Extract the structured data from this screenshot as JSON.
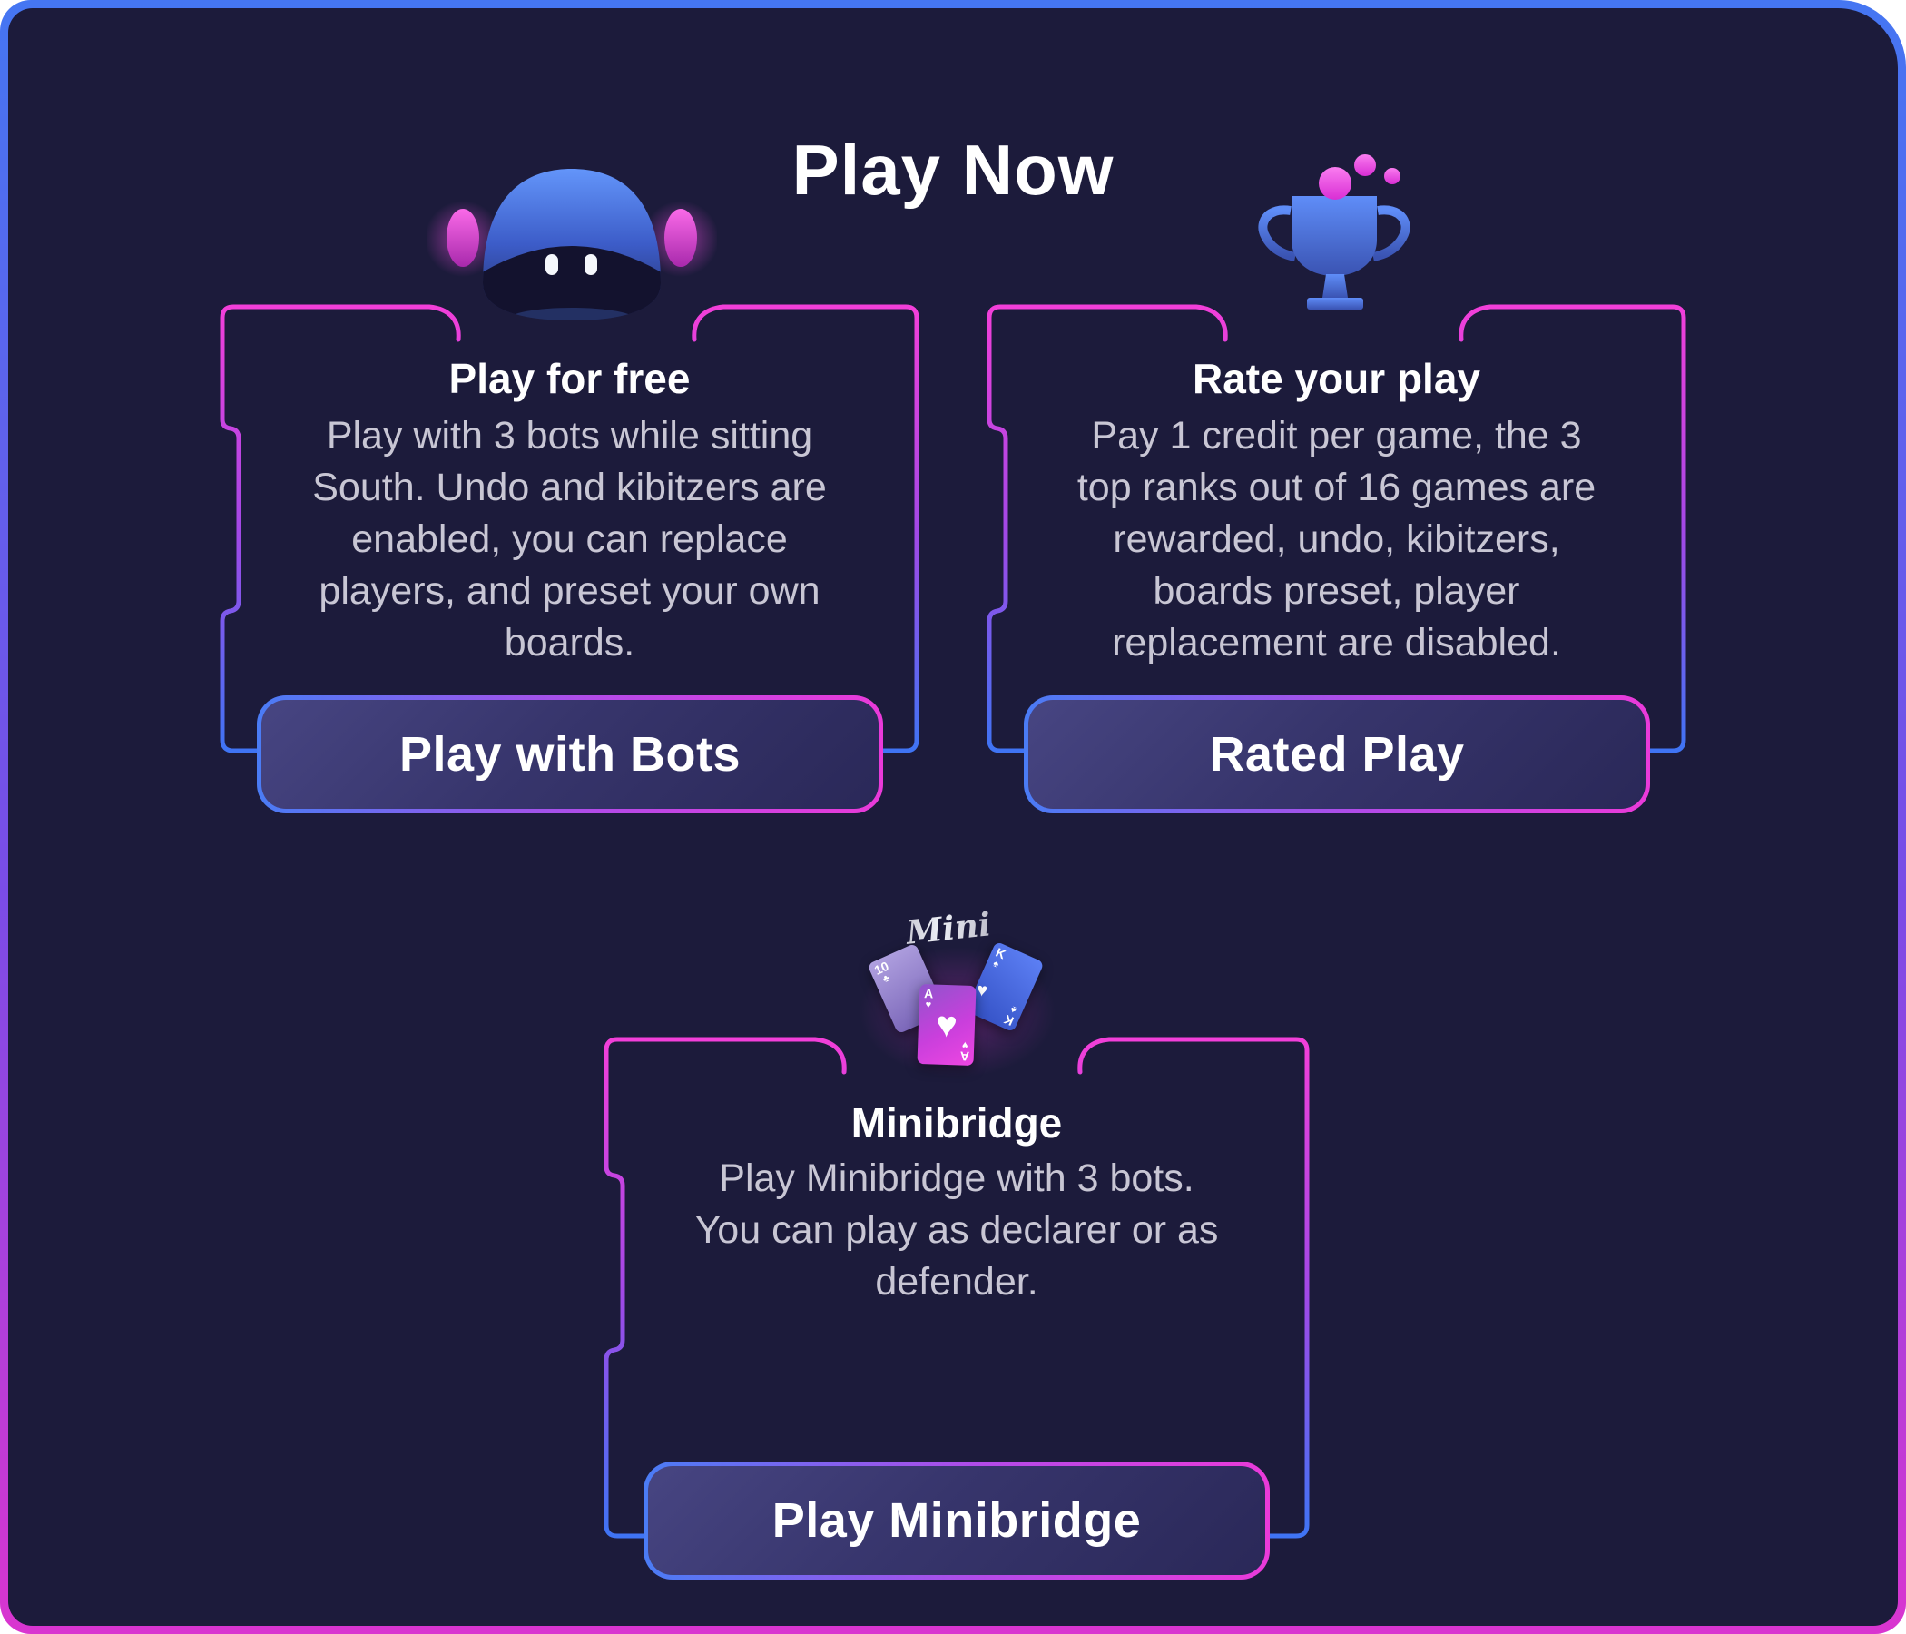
{
  "page": {
    "title": "Play Now"
  },
  "colors": {
    "panel_bg": "#1c1b3b",
    "outer_border_top": "#4576f2",
    "outer_border_bottom": "#d935d0",
    "card_frame_top": "#f23fd9",
    "card_frame_mid": "#a348e6",
    "card_frame_bottom": "#3f74f4",
    "heading_text": "#ffffff",
    "body_text": "#c8c6d4",
    "button_border_left": "#4a7cf5",
    "button_border_right": "#ea3ad9",
    "button_fill_top": "#474582",
    "button_fill_bottom": "#2a2858",
    "robot_blue": "#5e90f8",
    "robot_ear_pink": "#f759e6",
    "trophy_blue": "#5b8bf5",
    "bubble_pink": "#e935d8"
  },
  "cards": [
    {
      "icon": "robot-icon",
      "heading": "Play for free",
      "body_lines": [
        "Play with 3 bots while sitting",
        "South. Undo and kibitzers are",
        "enabled, you can replace",
        "players, and preset your own",
        "boards."
      ],
      "button_label": "Play with Bots"
    },
    {
      "icon": "trophy-icon",
      "heading": "Rate your play",
      "body_lines": [
        "Pay 1 credit per game, the 3",
        "top ranks out of 16 games are",
        "rewarded, undo, kibitzers,",
        "boards preset, player",
        "replacement are disabled."
      ],
      "button_label": "Rated Play"
    },
    {
      "icon": "mini-cards-icon",
      "mini_label": "Mini",
      "heading": "Minibridge",
      "body_lines": [
        "Play Minibridge with 3 bots.",
        "You can play as declarer or as",
        "defender."
      ],
      "button_label": "Play Minibridge",
      "mini_cards": {
        "left_rank": "10",
        "left_suit": "♣",
        "left_pip": "♣",
        "right_rank": "K",
        "right_suit": "♠",
        "right_pip": "♥",
        "front_rank": "A",
        "front_suit": "♥",
        "front_center": "♥"
      }
    }
  ]
}
